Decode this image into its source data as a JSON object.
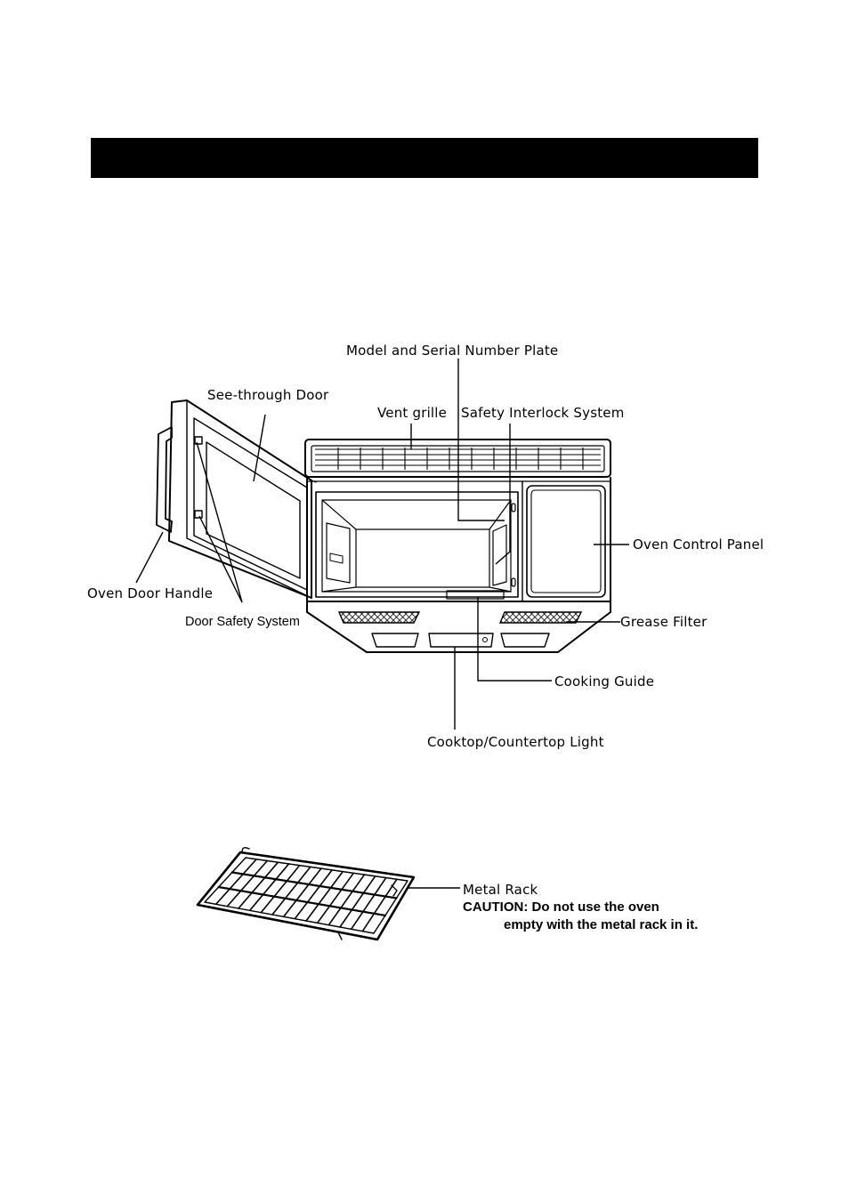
{
  "labels": {
    "model_serial_plate": "Model and Serial Number Plate",
    "see_through_door": "See-through Door",
    "vent_grille": "Vent grille",
    "safety_interlock": "Safety Interlock System",
    "oven_control_panel": "Oven Control Panel",
    "oven_door_handle": "Oven Door Handle",
    "door_safety_system": "Door Safety System",
    "grease_filter": "Grease Filter",
    "cooking_guide": "Cooking Guide",
    "cooktop_light": "Cooktop/Countertop Light",
    "metal_rack": "Metal Rack",
    "caution_line1": "CAUTION: Do not use the oven",
    "caution_line2": "empty with the metal rack in it."
  },
  "colors": {
    "ink": "#000000",
    "paper": "#ffffff"
  }
}
